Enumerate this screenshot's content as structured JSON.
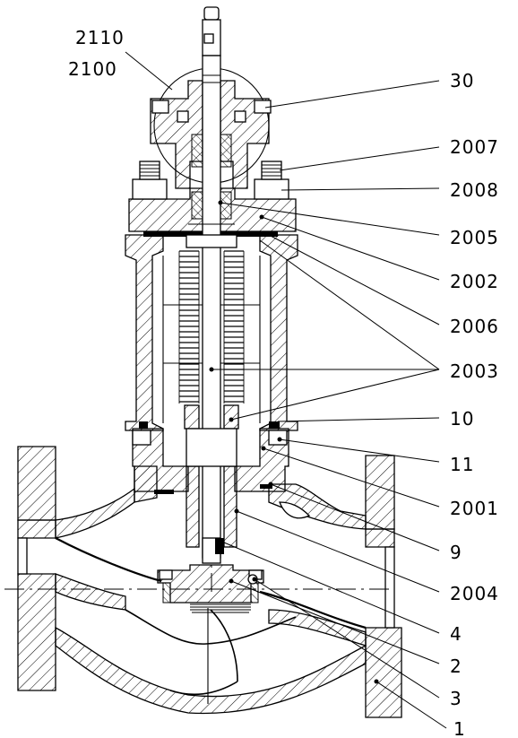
{
  "diagram": {
    "callouts": [
      {
        "id": "c2110",
        "text": "2110"
      },
      {
        "id": "c2100",
        "text": "2100"
      },
      {
        "id": "c30",
        "text": "30"
      },
      {
        "id": "c2007",
        "text": "2007"
      },
      {
        "id": "c2008",
        "text": "2008"
      },
      {
        "id": "c2005",
        "text": "2005"
      },
      {
        "id": "c2002",
        "text": "2002"
      },
      {
        "id": "c2006",
        "text": "2006"
      },
      {
        "id": "c2003",
        "text": "2003"
      },
      {
        "id": "c10",
        "text": "10"
      },
      {
        "id": "c11",
        "text": "11"
      },
      {
        "id": "c2001",
        "text": "2001"
      },
      {
        "id": "c9",
        "text": "9"
      },
      {
        "id": "c2004",
        "text": "2004"
      },
      {
        "id": "c4",
        "text": "4"
      },
      {
        "id": "c2",
        "text": "2"
      },
      {
        "id": "c3",
        "text": "3"
      },
      {
        "id": "c1",
        "text": "1"
      }
    ]
  }
}
